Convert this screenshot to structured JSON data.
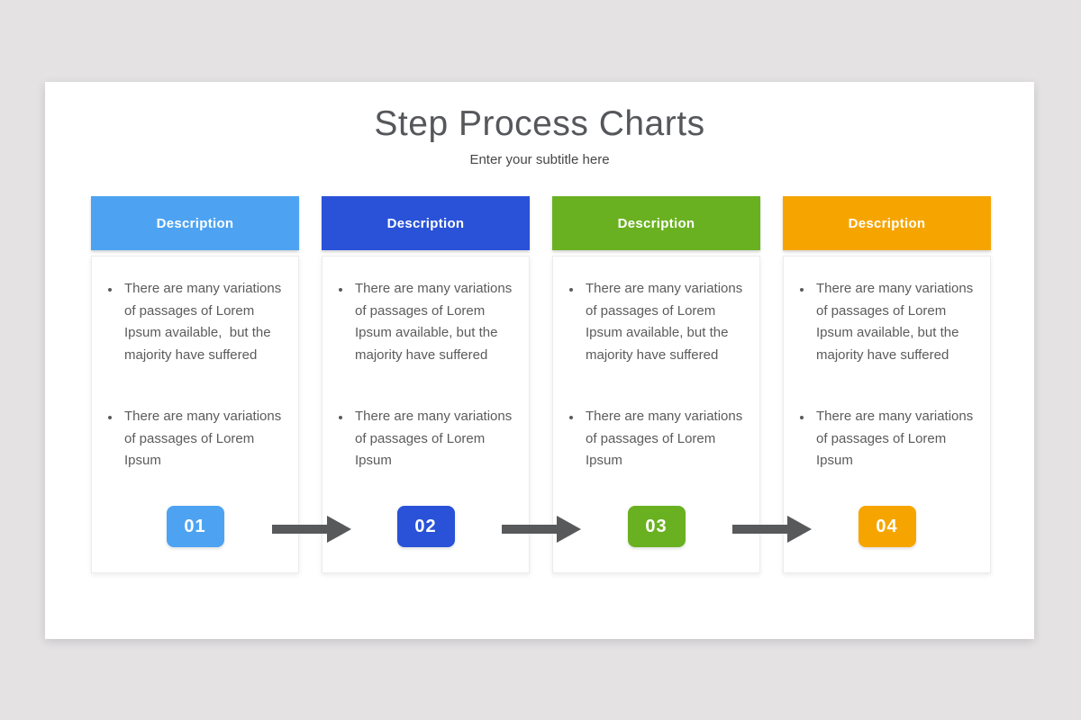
{
  "page": {
    "background_color": "#e4e2e3"
  },
  "slide": {
    "title": "Step Process Charts",
    "subtitle": "Enter your subtitle here",
    "background_color": "#ffffff"
  },
  "text_colors": {
    "title": "#55575b",
    "subtitle": "#474747",
    "body": "#5b5b5b"
  },
  "arrow": {
    "icon": "arrow-right-icon",
    "color": "#58595b",
    "count": 3
  },
  "columns": [
    {
      "header_label": "Description",
      "accent_color": "#4da3f2",
      "step_number": "01",
      "bullets": [
        "There are many variations of passages of Lorem Ipsum available,  but the majority have suffered",
        "There are many variations of passages of Lorem Ipsum"
      ]
    },
    {
      "header_label": "Description",
      "accent_color": "#2952d8",
      "step_number": "02",
      "bullets": [
        "There are many variations of passages of Lorem Ipsum available, but the majority have suffered",
        "There are many variations of passages of Lorem Ipsum"
      ]
    },
    {
      "header_label": "Description",
      "accent_color": "#6ab121",
      "step_number": "03",
      "bullets": [
        "There are many variations of passages of Lorem Ipsum available, but the majority have suffered",
        "There are many variations of passages of Lorem Ipsum"
      ]
    },
    {
      "header_label": "Description",
      "accent_color": "#f6a500",
      "step_number": "04",
      "bullets": [
        "There are many variations of passages of Lorem Ipsum available, but the majority have suffered",
        "There are many variations of passages of Lorem Ipsum"
      ]
    }
  ]
}
